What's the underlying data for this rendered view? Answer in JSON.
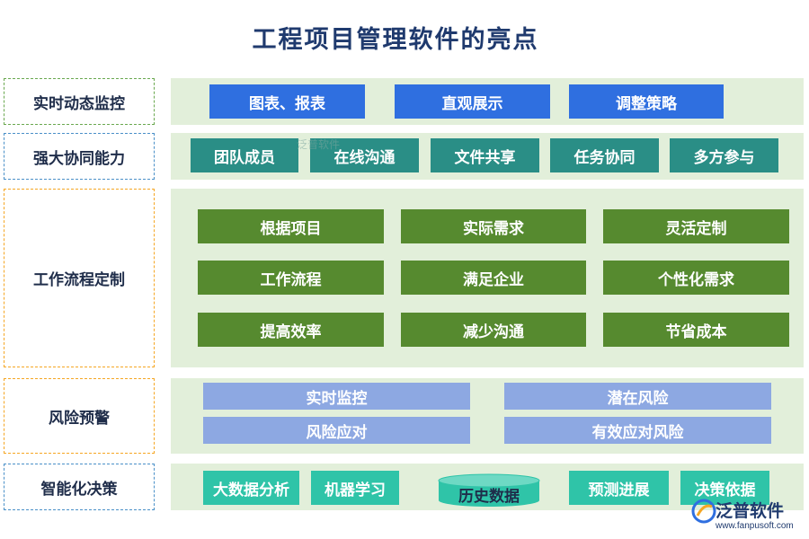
{
  "title": "工程项目管理软件的亮点",
  "watermark": "泛普软件",
  "rows": [
    {
      "label": "实时动态监控",
      "items": [
        "图表、报表",
        "直观展示",
        "调整策略"
      ]
    },
    {
      "label": "强大协同能力",
      "items": [
        "团队成员",
        "在线沟通",
        "文件共享",
        "任务协同",
        "多方参与"
      ]
    },
    {
      "label": "工作流程定制",
      "items": [
        "根据项目",
        "实际需求",
        "灵活定制",
        "工作流程",
        "满足企业",
        "个性化需求",
        "提高效率",
        "减少沟通",
        "节省成本"
      ]
    },
    {
      "label": "风险预警",
      "items": [
        "实时监控",
        "潜在风险",
        "风险应对",
        "有效应对风险"
      ]
    },
    {
      "label": "智能化决策",
      "items": [
        "大数据分析",
        "机器学习",
        "历史数据",
        "预测进展",
        "决策依据"
      ]
    }
  ],
  "logo": {
    "name": "泛普软件",
    "url": "www.fanpusoft.com"
  },
  "colors": {
    "row1": "#2f6fe0",
    "row2": "#2a8e86",
    "row3": "#568a2f",
    "row4": "#8da8e2",
    "row5": "#2fc4a8",
    "panel": "#e2efda"
  }
}
